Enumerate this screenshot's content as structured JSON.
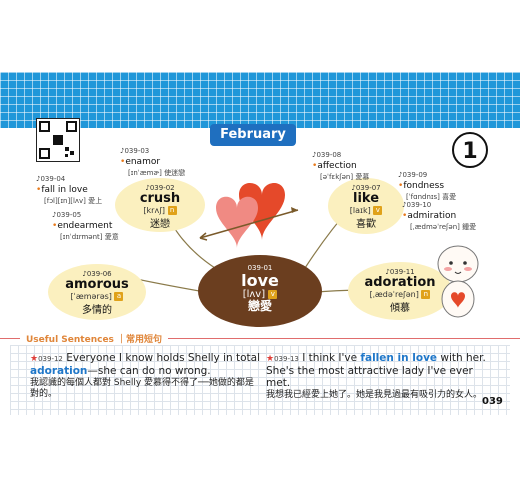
{
  "header": {
    "month": "February",
    "lesson_number": "1"
  },
  "center_word": {
    "code": "039-01",
    "word": "love",
    "ipa": "[lʌv]",
    "pos": "v",
    "zh": "戀愛"
  },
  "bubbles": [
    {
      "code": "♪039-02",
      "word": "crush",
      "ipa": "[krʌʃ]",
      "pos": "n",
      "zh": "迷戀"
    },
    {
      "code": "♪039-06",
      "word": "amorous",
      "ipa": "[ˈæmərəs]",
      "pos": "a",
      "zh": "多情的"
    },
    {
      "code": "♪039-07",
      "word": "like",
      "ipa": "[laɪk]",
      "pos": "v",
      "zh": "喜歡"
    },
    {
      "code": "♪039-11",
      "word": "adoration",
      "ipa": "[ˌædəˈreʃən]",
      "pos": "n",
      "zh": "傾慕"
    }
  ],
  "side_items": [
    {
      "code": "♪039-03",
      "word": "enamor",
      "ipa": "[ɪnˈæmɚ]",
      "zh": "使迷戀"
    },
    {
      "code": "♪039-04",
      "word": "fall in love",
      "ipa": "[fɔl][ɪn][lʌv]",
      "zh": "愛上"
    },
    {
      "code": "♪039-05",
      "word": "endearment",
      "ipa": "[ɪnˈdɪrmənt]",
      "zh": "愛意"
    },
    {
      "code": "♪039-08",
      "word": "affection",
      "ipa": "[əˈfɛkʃən]",
      "zh": "愛慕"
    },
    {
      "code": "♪039-09",
      "word": "fondness",
      "ipa": "[ˈfɑndnɪs]",
      "zh": "喜愛"
    },
    {
      "code": "♪039-10",
      "word": "admiration",
      "ipa": "[ˌædməˈreʃən]",
      "zh": "鍾愛"
    }
  ],
  "useful": {
    "title": "Useful Sentences ｜常用短句",
    "sentences": [
      {
        "code": "039-12",
        "pre": "Everyone I know holds Shelly in total ",
        "hl": "adoration",
        "post": "—she can do no wrong.",
        "zh": "我認識的每個人都對 Shelly 愛慕得不得了──她做的都是對的。"
      },
      {
        "code": "039-13",
        "pre": "I think I've ",
        "hl": "fallen in love",
        "post": " with her. She's the most attractive lady I've ever met.",
        "zh": "我想我已經愛上她了。她是我見過最有吸引力的女人。"
      }
    ]
  },
  "page_number": "039"
}
